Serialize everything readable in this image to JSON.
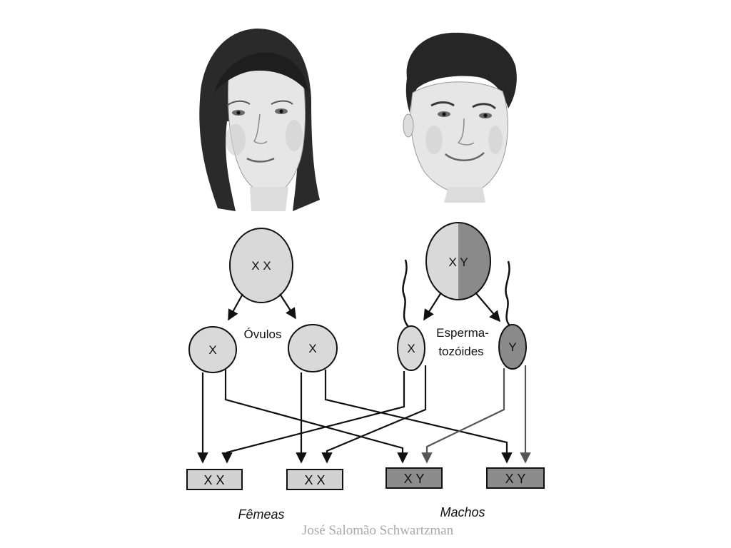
{
  "colors": {
    "background": "#ffffff",
    "cell_light": "#d9d9d9",
    "cell_dark": "#8a8a8a",
    "box_light": "#d2d2d2",
    "box_dark": "#8c8c8c",
    "stroke": "#111111",
    "arrow_gray": "#555555",
    "credit_text": "#a9a9a9"
  },
  "portraits": {
    "female": {
      "icon": "woman-portrait-illustration"
    },
    "male": {
      "icon": "man-portrait-illustration"
    }
  },
  "female_parent": {
    "cell": {
      "label": "X X"
    },
    "gametes_label": "Óvulos",
    "gametes": [
      {
        "label": "X"
      },
      {
        "label": "X"
      }
    ]
  },
  "male_parent": {
    "cell": {
      "label": "X Y"
    },
    "gametes_label_line1": "Esperma-",
    "gametes_label_line2": "tozóides",
    "gametes": [
      {
        "label": "X"
      },
      {
        "label": "Y"
      }
    ]
  },
  "offspring": [
    {
      "label": "X X",
      "sex": "female"
    },
    {
      "label": "X X",
      "sex": "female"
    },
    {
      "label": "X Y",
      "sex": "male"
    },
    {
      "label": "X Y",
      "sex": "male"
    }
  ],
  "sex_labels": {
    "female": "Fêmeas",
    "male": "Machos"
  },
  "credit": "José Salomão Schwartzman"
}
